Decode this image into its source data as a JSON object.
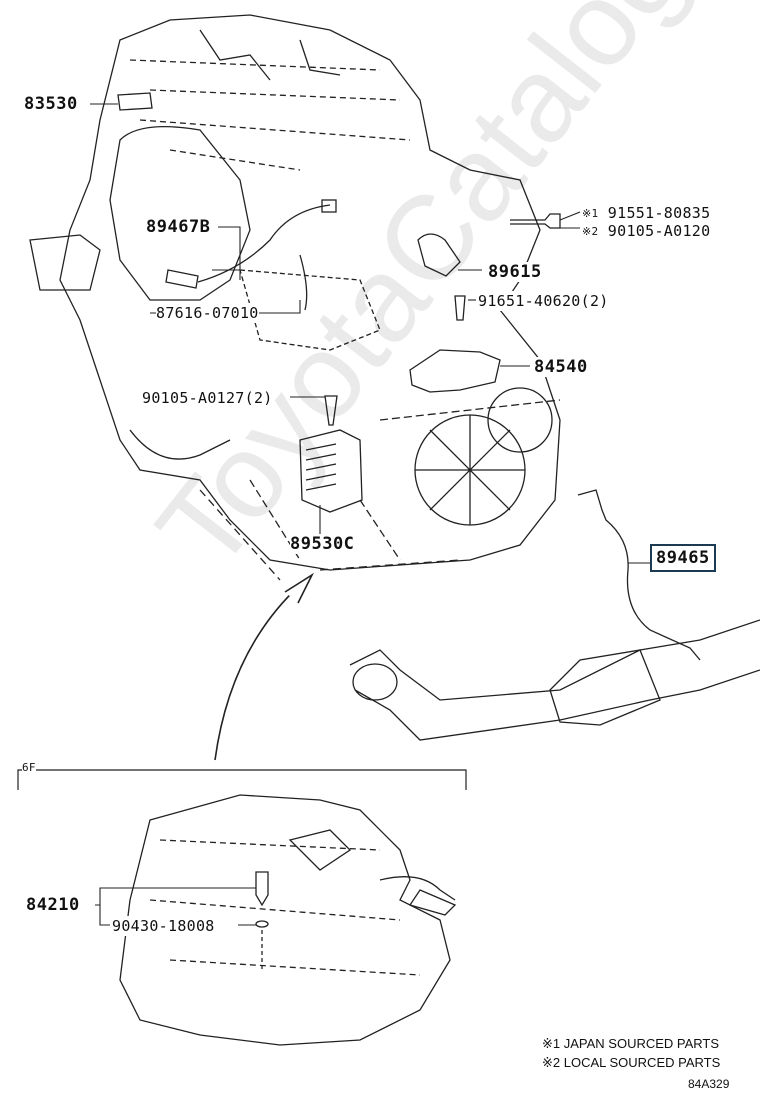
{
  "watermark": "ToyotaCatalogue.ru",
  "parts": {
    "p83530": "83530",
    "p89467B": "89467B",
    "p87616": "87616-07010",
    "p91551_mark": "※1",
    "p91551": "91551-80835",
    "p90105a0120_mark": "※2",
    "p90105a0120": "90105-A0120",
    "p89615": "89615",
    "p91651": "91651-40620(2)",
    "p84540": "84540",
    "p90105a0127": "90105-A0127(2)",
    "p89530C": "89530C",
    "p89465": "89465",
    "p84210": "84210",
    "p90430": "90430-18008"
  },
  "section_label": "6F",
  "legend": {
    "line1": "※1 JAPAN SOURCED PARTS",
    "line2": "※2 LOCAL SOURCED PARTS"
  },
  "diagram_code": "84A329",
  "colors": {
    "highlight_box": "#1c3b52",
    "ink": "#111111",
    "watermark": "#eaeaea"
  }
}
